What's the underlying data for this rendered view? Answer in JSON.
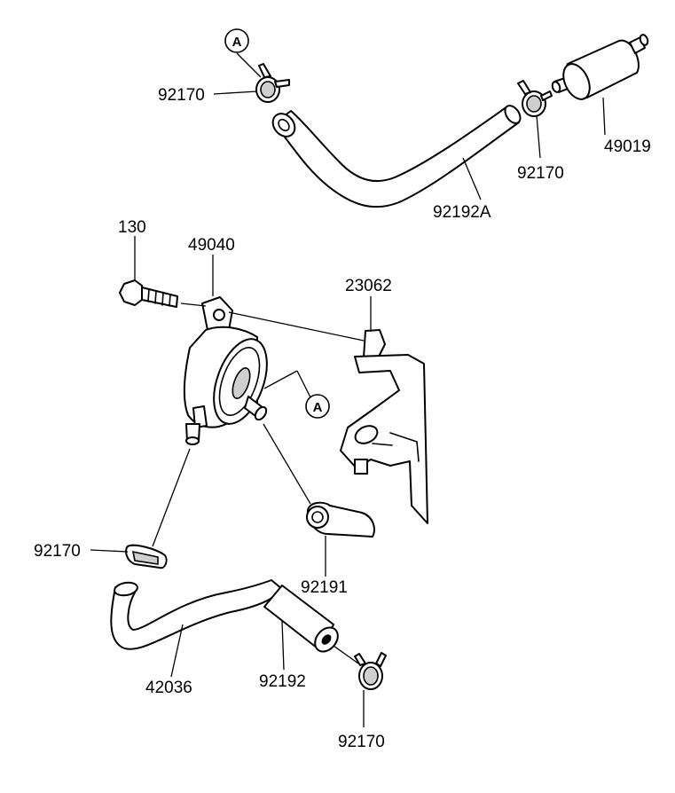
{
  "labels": {
    "clamp_top_left": "92170",
    "clamp_top_right": "92170",
    "filter": "49019",
    "hose_upper": "92192A",
    "bolt": "130",
    "pump": "49040",
    "bracket": "23062",
    "clamp_mid_left": "92170",
    "hose_cap": "92191",
    "hose_lower_left": "42036",
    "hose_lower_right": "92192",
    "clamp_bottom": "92170"
  },
  "callouts": {
    "ref_a_top": "A",
    "ref_a_pump": "A"
  }
}
